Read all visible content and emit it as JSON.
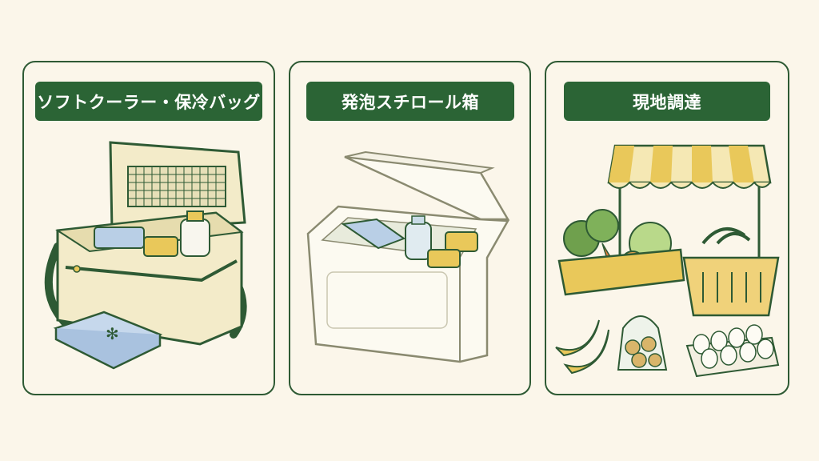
{
  "cards": [
    {
      "title": "ソフトクーラー・保冷バッグ",
      "illustration": "soft-cooler-bag-with-ice-pack"
    },
    {
      "title": "発泡スチロール箱",
      "illustration": "styrofoam-box-with-ice-pack-and-bottles"
    },
    {
      "title": "現地調達",
      "illustration": "market-stall-with-produce-basket-eggs-bananas"
    }
  ],
  "colors": {
    "background": "#fbf6ea",
    "border": "#2e5a34",
    "label_bg": "#2b6435",
    "label_text": "#ffffff",
    "accent_yellow": "#e9c85a",
    "ice_blue": "#b9cfe6"
  }
}
